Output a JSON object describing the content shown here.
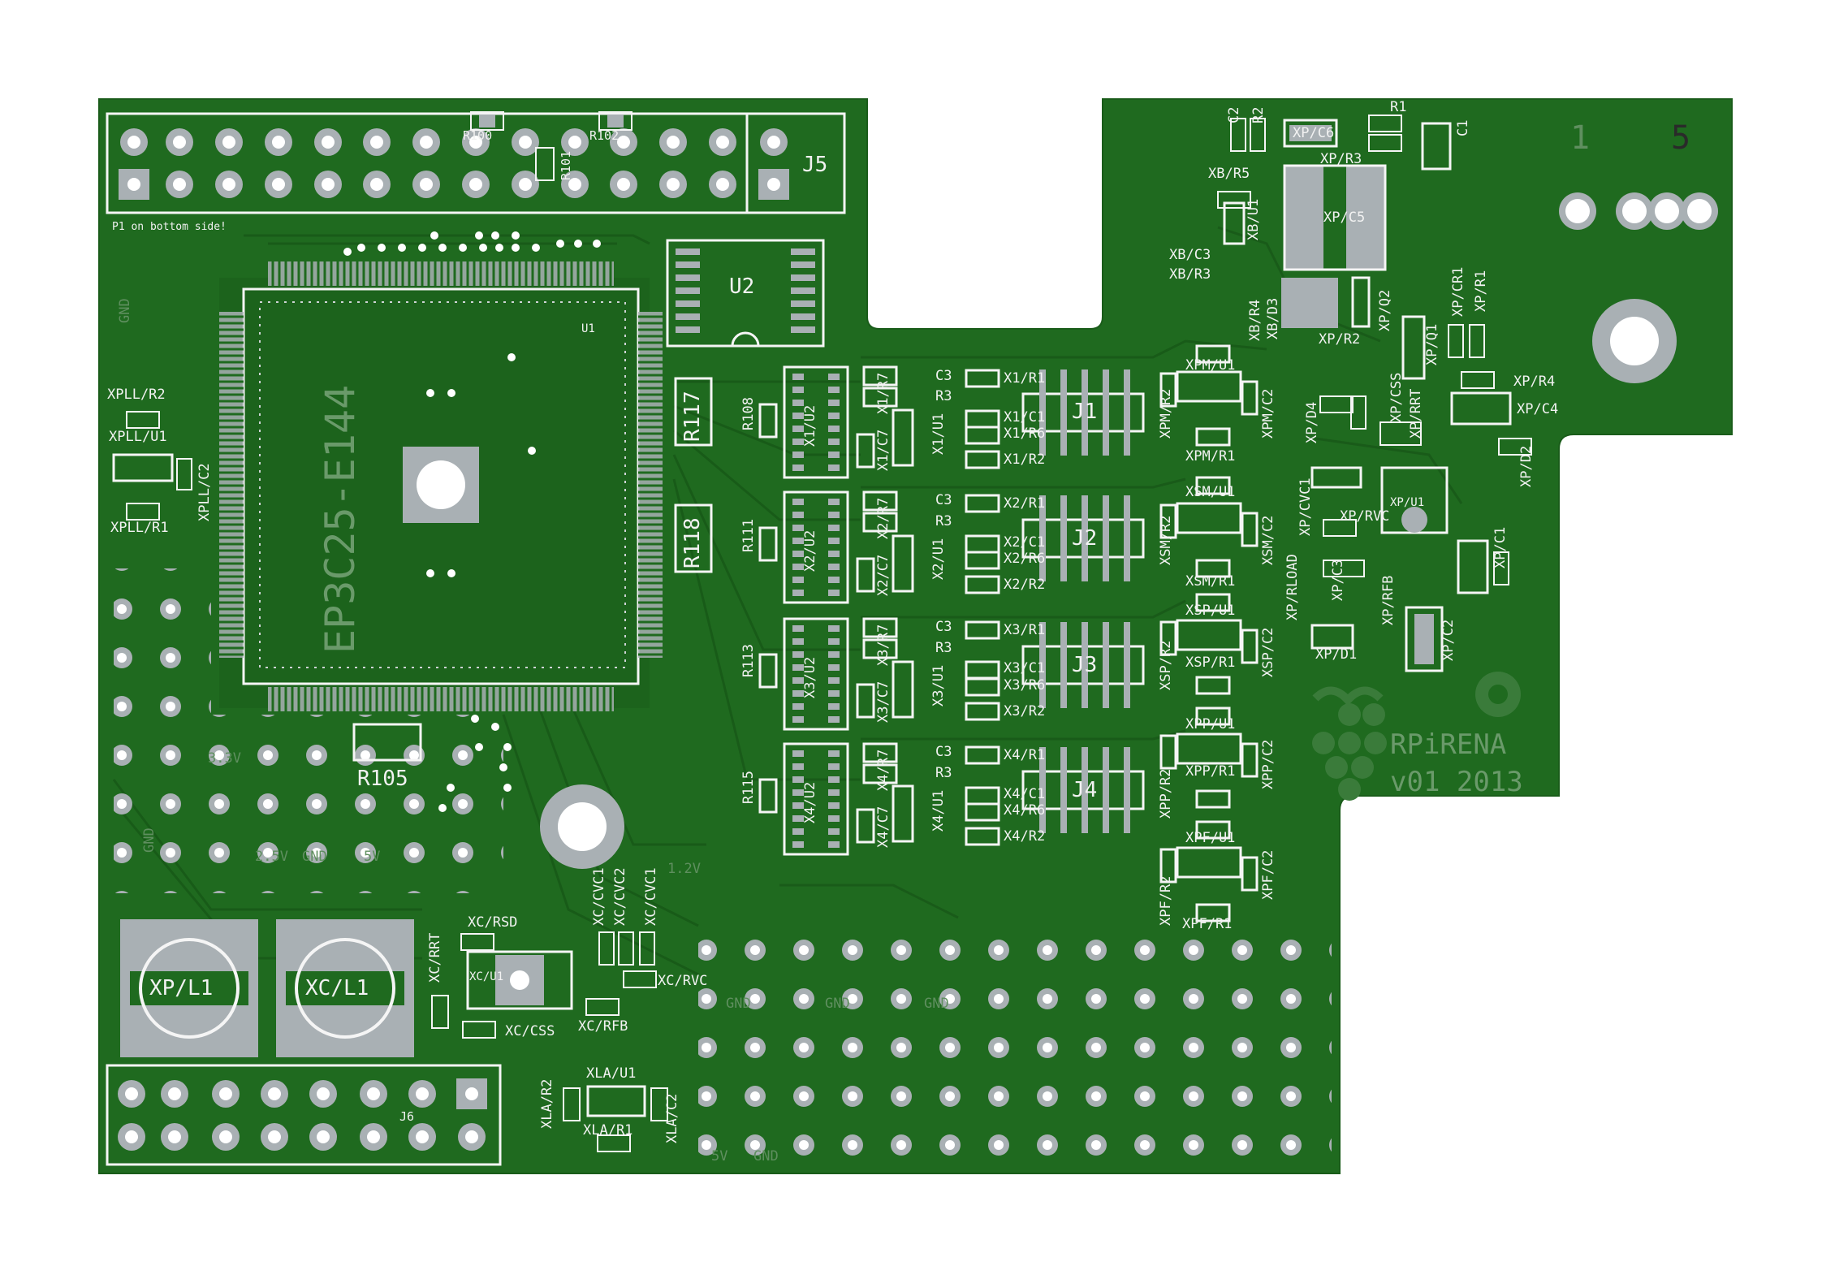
{
  "board": {
    "colors": {
      "pcb": "#1f6a1f",
      "copper": "#206b20",
      "trace": "#185a18",
      "pad": "#a9b0b4",
      "silk": "#f5f5f5",
      "hole": "#ffffff"
    },
    "headers": {
      "top_header_label": "J5",
      "bottom_note": "P1 on bottom side!",
      "bottom_header_label": "J6"
    },
    "main_chip": {
      "part": "EP3C25-E144",
      "ref": "U1"
    },
    "eeprom": {
      "ref": "U2"
    },
    "resistors_top": [
      "R100",
      "R101",
      "R102"
    ],
    "pll": [
      "XPLL/R2",
      "XPLL/U1",
      "XPLL/C2",
      "XPLL/R1"
    ],
    "power_labels": [
      "GND",
      "3.3V",
      "GND",
      "2.5V",
      "GND",
      "5V",
      "1.2V"
    ],
    "grid_labels": [
      "GND",
      "GND",
      "GND",
      "5V",
      "GND"
    ],
    "misc_refs": [
      "R105",
      "R117",
      "R118",
      "R108",
      "R111",
      "R113",
      "R115"
    ],
    "inductors": [
      "XP/L1",
      "XC/L1"
    ],
    "xc_refs": [
      "XC/RSD",
      "XC/RRT",
      "XC/U1",
      "XC/CSS",
      "XC/RFB",
      "XC/CVC1",
      "XC/CVC2",
      "XC/CVC1",
      "XC/RVC"
    ],
    "xla_refs": [
      "XLA/R2",
      "XLA/U1",
      "XLA/R1",
      "XLA/C2"
    ],
    "channels": [
      {
        "u2": "X1/U2",
        "r7": "X1/R7",
        "c7": "X1/C7",
        "u1": "X1/U1",
        "c3": "C3",
        "r3": "R3",
        "r1": "X1/R1",
        "c1": "X1/C1",
        "r6": "X1/R6",
        "r2": "X1/R2",
        "j": "J1"
      },
      {
        "u2": "X2/U2",
        "r7": "X2/R7",
        "c7": "X2/C7",
        "u1": "X2/U1",
        "c3": "C3",
        "r3": "R3",
        "r1": "X2/R1",
        "c1": "X2/C1",
        "r6": "X2/R6",
        "r2": "X2/R2",
        "j": "J2"
      },
      {
        "u2": "X3/U2",
        "r7": "X3/R7",
        "c7": "X3/C7",
        "u1": "X3/U1",
        "c3": "C3",
        "r3": "R3",
        "r1": "X3/R1",
        "c1": "X3/C1",
        "r6": "X3/R6",
        "r2": "X3/R2",
        "j": "J3"
      },
      {
        "u2": "X4/U2",
        "r7": "X4/R7",
        "c7": "X4/C7",
        "u1": "X4/U1",
        "c3": "C3",
        "r3": "R3",
        "r1": "X4/R1",
        "c1": "X4/C1",
        "r6": "X4/R6",
        "r2": "X4/R2",
        "j": "J4"
      }
    ],
    "right_refs": [
      "XPM/U1",
      "XPM/R2",
      "XPM/C2",
      "XPM/R1",
      "XSM/U1",
      "XSM/R2",
      "XSM/C2",
      "XSM/R1",
      "XSP/U1",
      "XSP/R2",
      "XSP/C2",
      "XSP/R1",
      "XPP/U1",
      "XPP/R2",
      "XPP/C2",
      "XPP/R1",
      "XPF/U1",
      "XPF/R2",
      "XPF/C2",
      "XPF/R1"
    ],
    "power_refs": [
      "XP/C6",
      "XP/R3",
      "R1",
      "C1",
      "XP/C5",
      "XB/R5",
      "XB/C3",
      "XB/R3",
      "XB/U1",
      "XB/R4",
      "XB/D3",
      "XP/R2",
      "XP/Q2",
      "XP/Q1",
      "XP/CR1",
      "XP/R1",
      "XP/R4",
      "XP/C4",
      "XP/CSS",
      "XP/RRT",
      "XP/D4",
      "XP/D2",
      "XP/CVC1",
      "XP/RVC",
      "XP/U1",
      "XP/C1",
      "XP/RLOAD",
      "XP/C3",
      "XP/RFB",
      "XP/D1",
      "XP/C2",
      "C2",
      "R2"
    ],
    "connector_pins": {
      "left": "1",
      "right": "5"
    },
    "brand": {
      "line1": "RPiRENA",
      "line2": "v01 2013"
    }
  }
}
